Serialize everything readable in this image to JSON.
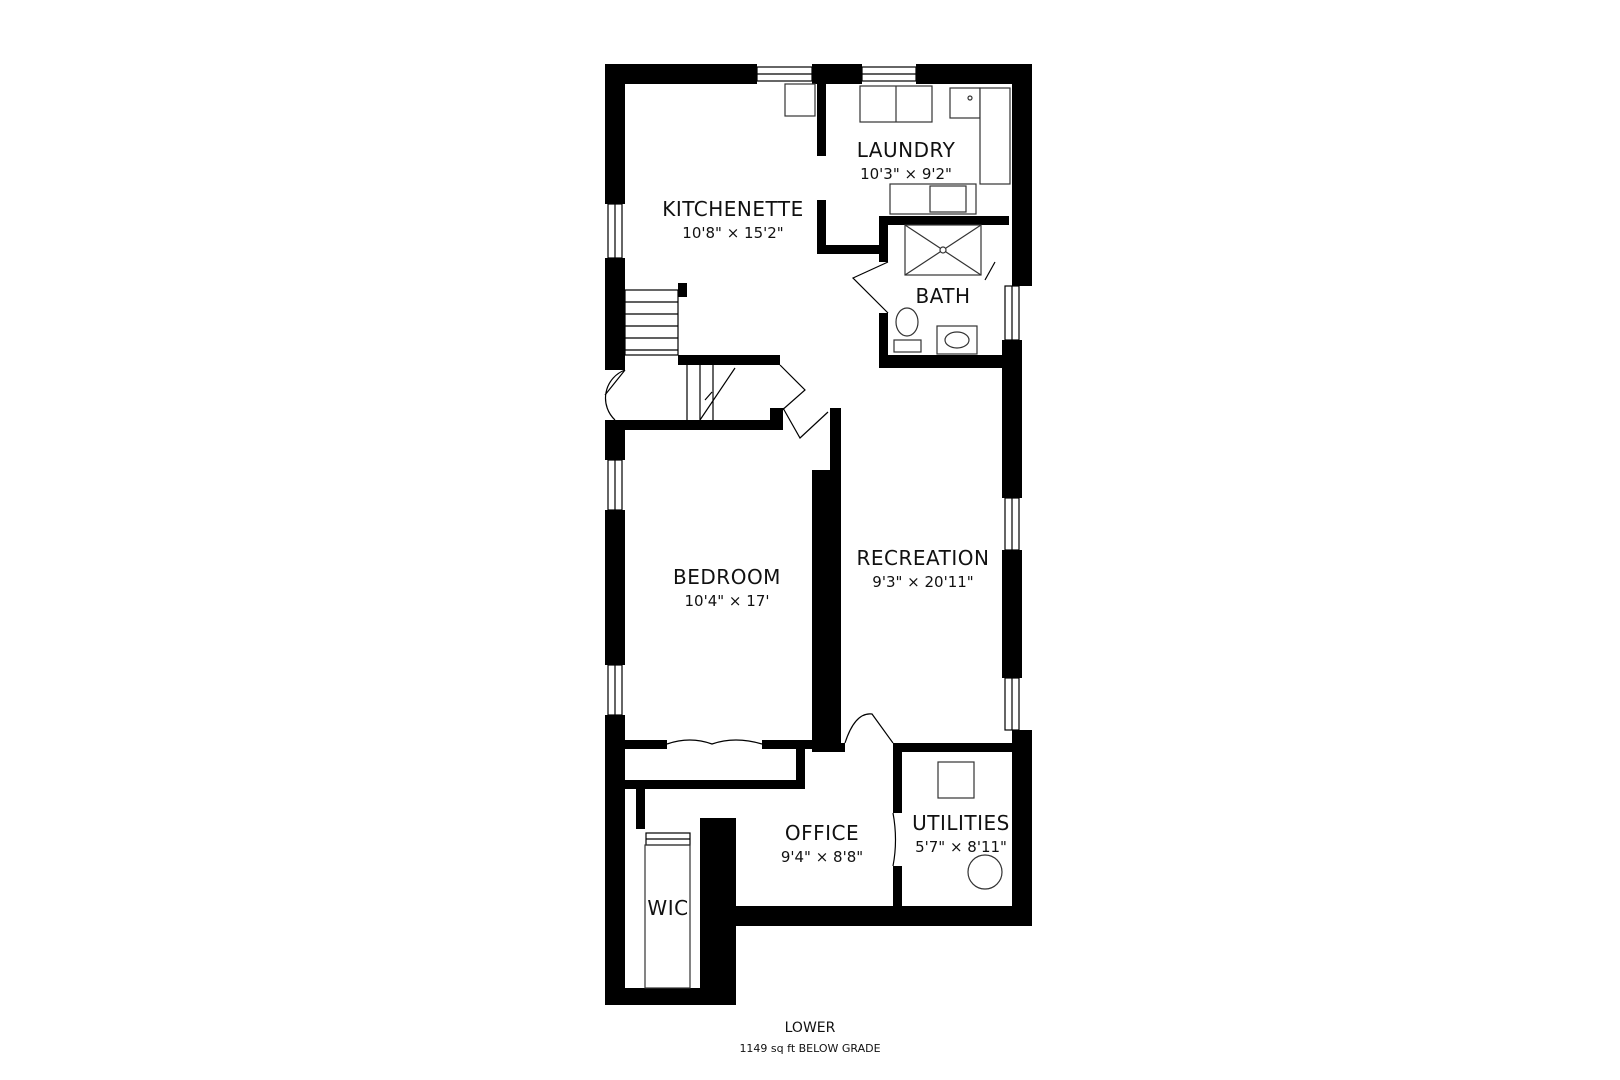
{
  "floor": {
    "name": "LOWER",
    "area": "1149 sq ft BELOW GRADE"
  },
  "rooms": {
    "kitchenette": {
      "name": "KITCHENETTE",
      "dims": "10'8\" × 15'2\""
    },
    "laundry": {
      "name": "LAUNDRY",
      "dims": "10'3\" × 9'2\""
    },
    "bath": {
      "name": "BATH"
    },
    "bedroom": {
      "name": "BEDROOM",
      "dims": "10'4\" × 17'"
    },
    "recreation": {
      "name": "RECREATION",
      "dims": "9'3\" × 20'11\""
    },
    "office": {
      "name": "OFFICE",
      "dims": "9'4\" × 8'8\""
    },
    "utilities": {
      "name": "UTILITIES",
      "dims": "5'7\" × 8'11\""
    },
    "wic": {
      "name": "WIC"
    }
  },
  "colors": {
    "wall": "#000000",
    "fixture": "#333333",
    "background": "#ffffff"
  }
}
